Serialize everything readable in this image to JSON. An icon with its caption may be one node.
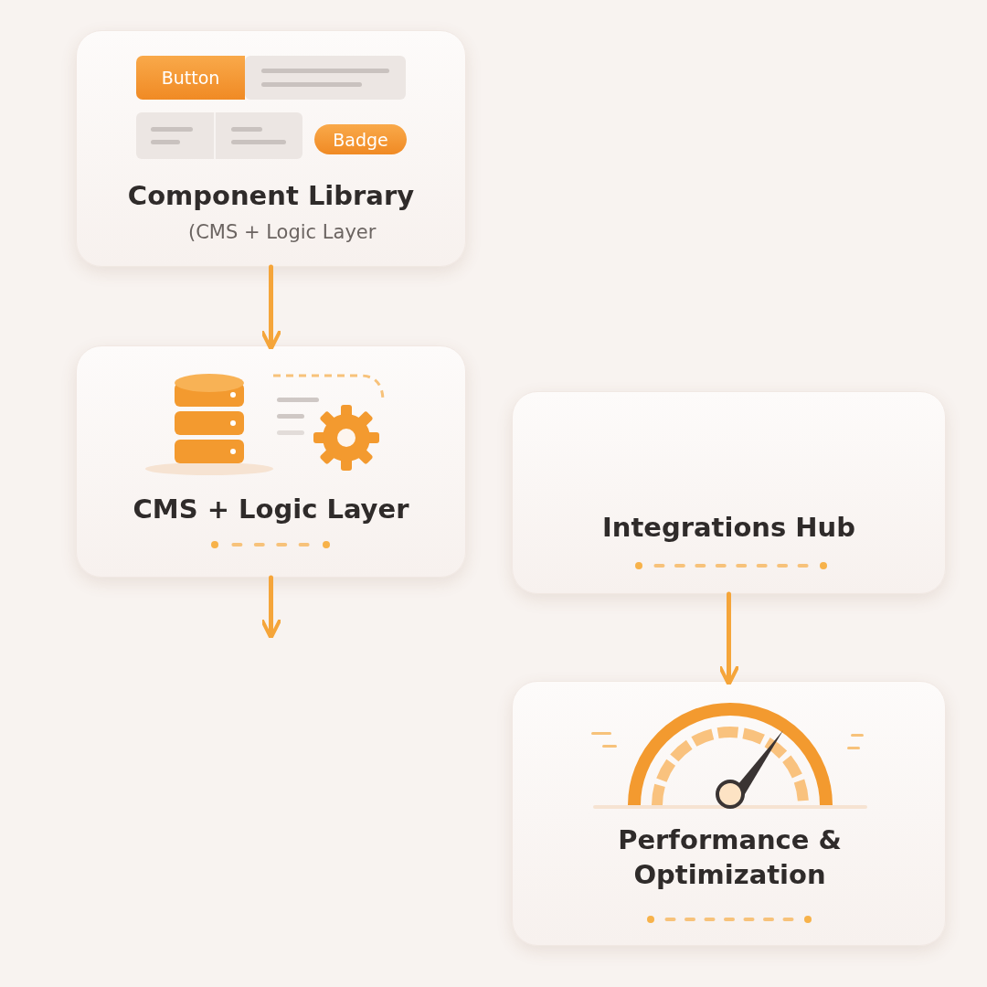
{
  "diagram": {
    "nodes": [
      {
        "text": [
          "Component Library",
          "(CMS + Logic Layer"
        ]
      },
      {
        "text": [
          "Button"
        ],
        "in": 0
      },
      {
        "text": [
          "Badge"
        ],
        "in": 0
      },
      {
        "text": [
          "CMS + Logic Layer"
        ]
      },
      {
        "text": [
          "Integrations Hub"
        ]
      },
      {
        "text": [
          "Performance & Optimization"
        ]
      }
    ],
    "edges": [
      {
        "from": 0,
        "to": 3,
        "arrow": "to"
      },
      {
        "from": 3,
        "to": null,
        "arrow": "to"
      },
      {
        "from": 4,
        "to": 5,
        "arrow": "to"
      }
    ]
  }
}
